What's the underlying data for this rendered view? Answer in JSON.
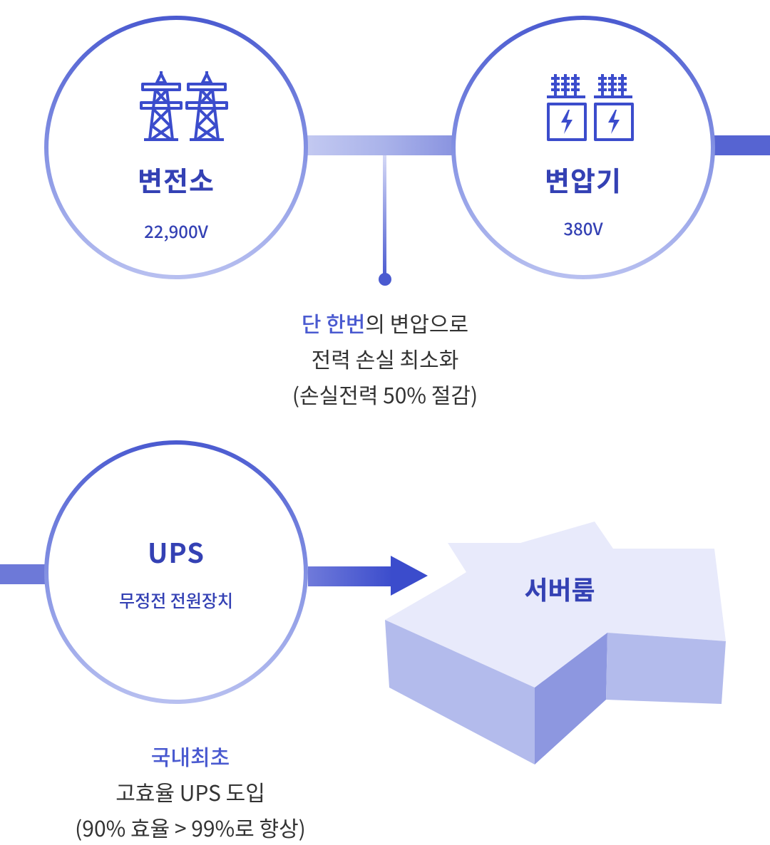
{
  "nodes": {
    "substation": {
      "title": "변전소",
      "value": "22,900V",
      "icon": "transmission-tower-icon"
    },
    "transformer": {
      "title": "변압기",
      "value": "380V",
      "icon": "transformer-icon"
    },
    "ups": {
      "title": "UPS",
      "subtitle": "무정전 전원장치"
    },
    "server_room": {
      "title": "서버룸"
    }
  },
  "captions": {
    "transform": {
      "highlight": "단 한번",
      "rest": "의 변압으로",
      "line2": "전력 손실 최소화",
      "line3": "(손실전력 50% 절감)"
    },
    "ups": {
      "highlight": "국내최초",
      "line2": "고효율 UPS 도입",
      "line3": "(90% 효율 > 99%로 향상)"
    }
  },
  "colors": {
    "accent": "#4a5ad0",
    "text_dark": "#3441b4",
    "connector_light": "#b3bcec",
    "server_top": "#e8eafb",
    "server_side_dark": "#8d97e0",
    "server_side_light": "#b3bbec"
  }
}
